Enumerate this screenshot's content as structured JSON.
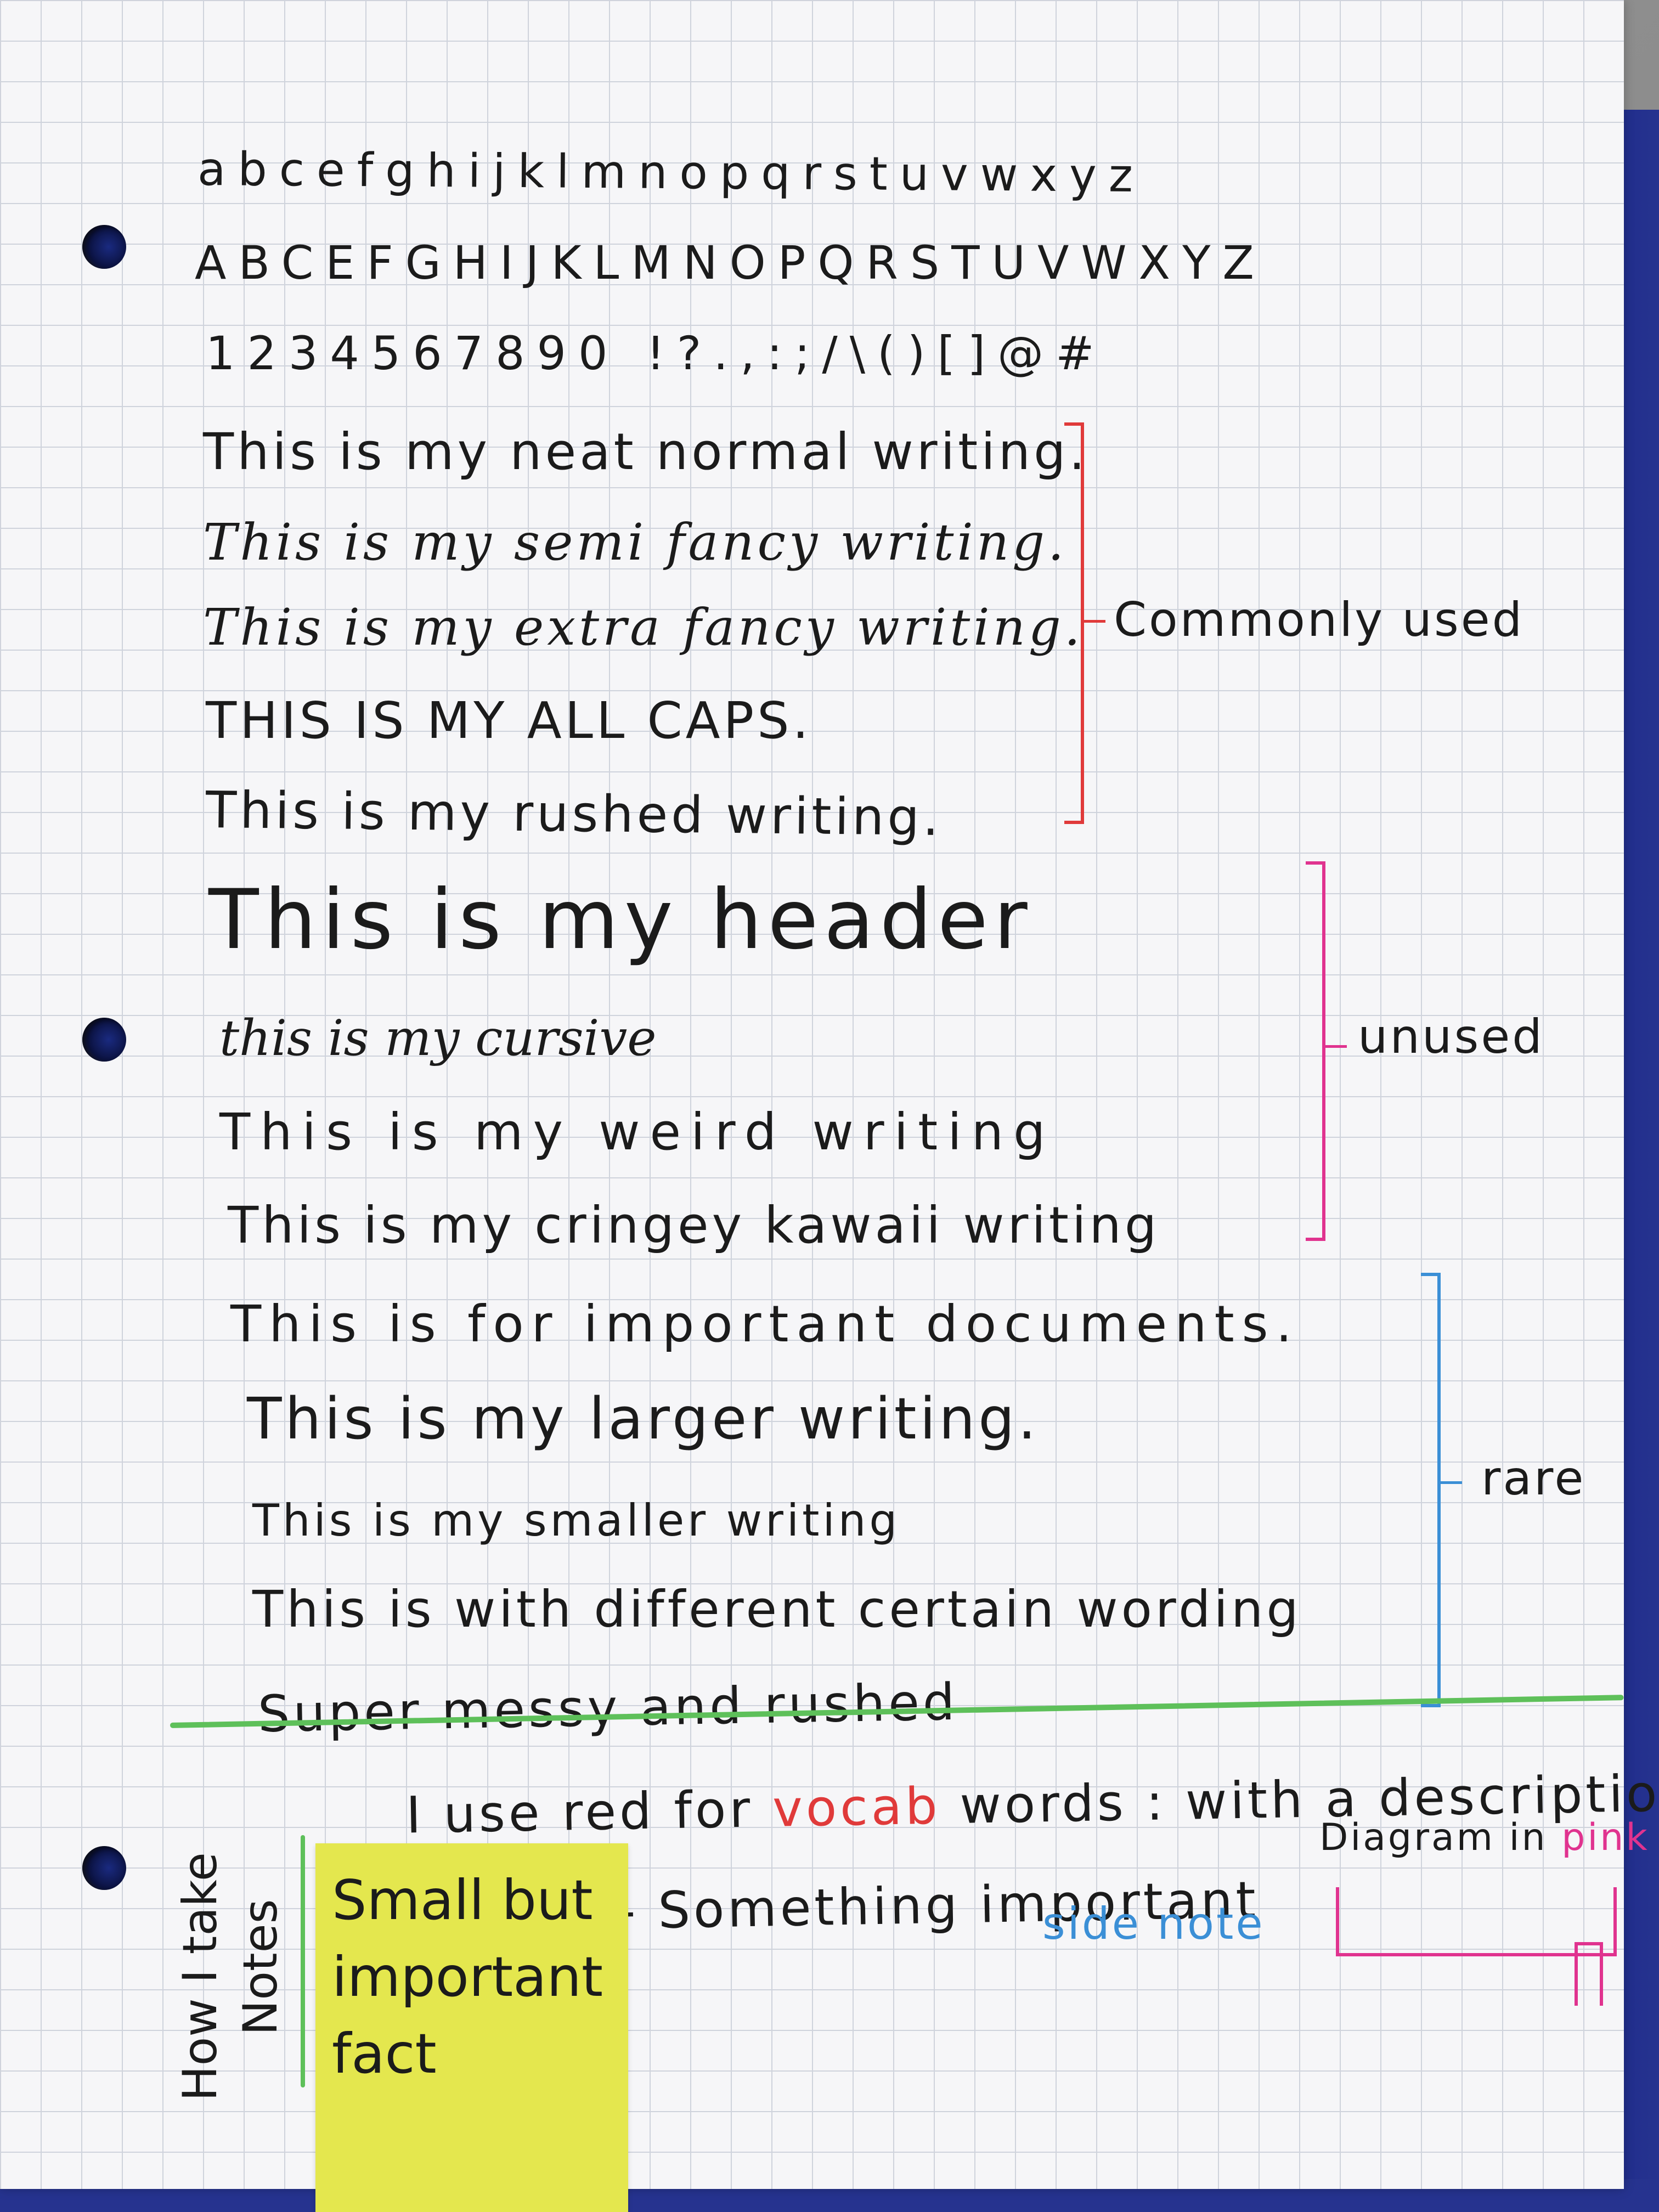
{
  "reference": {
    "lowercase": "abcefghijklmnopqrstuvwxyz",
    "uppercase": "ABCEFGHIJKLMNOPQRSTUVWXYZ",
    "numbers_symbols": "1234567890  !?.,:;/\\()[]@#"
  },
  "common_group": {
    "lines": [
      "This is my neat normal writing.",
      "This is my semi fancy writing.",
      "This is my extra fancy writing.",
      "THIS IS MY ALL CAPS.",
      "This is my rushed writing."
    ],
    "label": "Commonly used",
    "color": "#e03a3a"
  },
  "unused_group": {
    "header": "This is my header",
    "cursive": "this is my cursive",
    "weird": "This is my weird writing",
    "kawaii": "This is my cringey kawaii writing",
    "label": "unused",
    "color": "#e0338f"
  },
  "rare_group": {
    "lines": [
      "This is for important documents.",
      "This is my larger writing.",
      "This is my smaller writing",
      "This is with different certain wording",
      "Super messy and rushed"
    ],
    "label": "rare",
    "color": "#3b8fd6"
  },
  "notes_section": {
    "title_line1": "How I take",
    "title_line2": "Notes",
    "vocab_prefix": "I use red for",
    "vocab_word": "vocab",
    "vocab_suffix": "words : with a description",
    "important": "- Something important",
    "side_note": "side note",
    "diagram_prefix": "Diagram in",
    "diagram_color_word": "pink",
    "sticky": [
      "Small but",
      "important",
      "fact"
    ],
    "colors": {
      "red": "#e03a3a",
      "blue": "#3b8fd6",
      "pink": "#e0338f",
      "green": "#5ec05a",
      "sticky": "#e4e74e"
    }
  }
}
